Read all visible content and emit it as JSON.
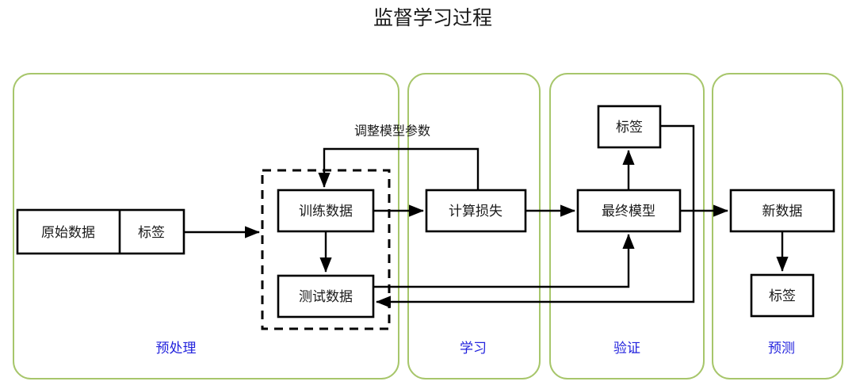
{
  "title": "监督学习过程",
  "phases": [
    {
      "id": "preprocess",
      "label": "预处理"
    },
    {
      "id": "learning",
      "label": "学习"
    },
    {
      "id": "validation",
      "label": "验证"
    },
    {
      "id": "prediction",
      "label": "预测"
    }
  ],
  "nodes": {
    "raw_data": "原始数据",
    "raw_label": "标签",
    "train_data": "训练数据",
    "test_data": "测试数据",
    "compute_loss": "计算损失",
    "final_model": "最终模型",
    "validation_label": "标签",
    "new_data": "新数据",
    "prediction_label": "标签"
  },
  "edge_notes": {
    "adjust_params": "调整模型参数"
  },
  "colors": {
    "phase_border": "#a7c66b",
    "phase_label": "#2222dd",
    "node_border": "#000000",
    "node_fill": "#ffffff",
    "text": "#1a1a1a",
    "background": "#ffffff"
  }
}
